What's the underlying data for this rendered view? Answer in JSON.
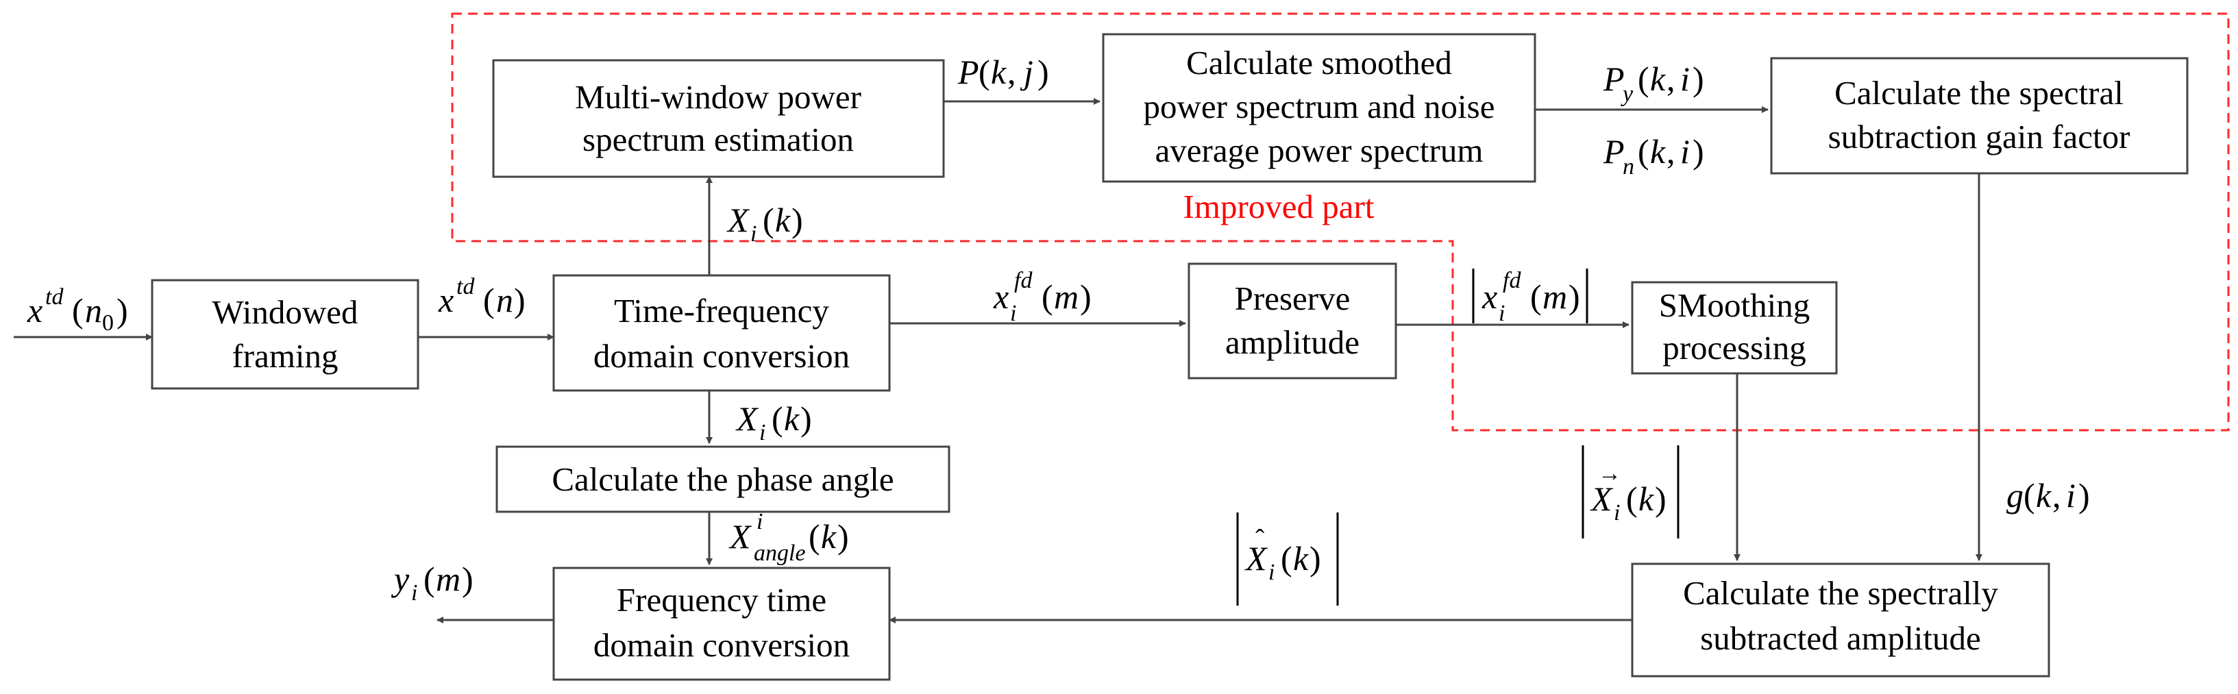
{
  "title": "",
  "colors": {
    "improved_border": "#ff2a2a",
    "improved_text": "#ff0000",
    "line": "#444444",
    "text": "#000000"
  },
  "blocks": {
    "windowed_framing": [
      "Windowed",
      "framing"
    ],
    "time_frequency": [
      "Time-frequency",
      "domain conversion"
    ],
    "multi_window": [
      "Multi-window power",
      "spectrum estimation"
    ],
    "smoothed_power": [
      "Calculate smoothed",
      "power spectrum and noise",
      "average power spectrum"
    ],
    "gain_factor": [
      "Calculate the spectral",
      "subtraction gain factor"
    ],
    "preserve_amplitude": [
      "Preserve",
      "amplitude"
    ],
    "smoothing": [
      "SMoothing",
      "processing"
    ],
    "phase_angle": [
      "Calculate the phase angle"
    ],
    "freq_time": [
      "Frequency time",
      "domain conversion"
    ],
    "spectral_amp": [
      "Calculate the spectrally",
      "subtracted amplitude"
    ]
  },
  "improved_label": "Improved part",
  "signals": {
    "input": "x^td(n0)",
    "framed": "x^td(n)",
    "xi_up": "X_i(k)",
    "pkj": "P(k, j)",
    "py": "P_y(k,i)",
    "pn": "P_n(k,i)",
    "xi_fd": "x_i^fd(m)",
    "abs_xi_fd": "|x_i^fd(m)|",
    "xi_down": "X_i(k)",
    "angle": "X^i_angle(k)",
    "vec_abs": "|X_i(k)| (arrow)",
    "gki": "g(k,i)",
    "hat_abs": "|X_i(k)| (hat)",
    "output": "y_i(m)"
  }
}
